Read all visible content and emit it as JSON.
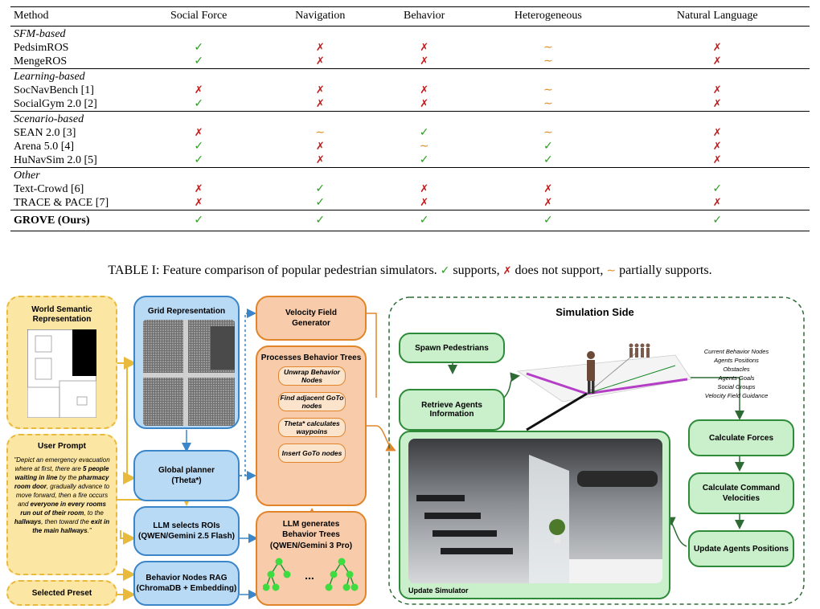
{
  "table": {
    "headers": [
      "Method",
      "Social Force",
      "Navigation",
      "Behavior",
      "Heterogeneous",
      "Natural Language"
    ],
    "groups": [
      {
        "name": "SFM-based",
        "rows": [
          {
            "method": "PedsimROS",
            "cells": [
              "yes",
              "no",
              "no",
              "partial",
              "no"
            ]
          },
          {
            "method": "MengeROS",
            "cells": [
              "yes",
              "no",
              "no",
              "partial",
              "no"
            ]
          }
        ]
      },
      {
        "name": "Learning-based",
        "rows": [
          {
            "method": "SocNavBench [1]",
            "cells": [
              "no",
              "no",
              "no",
              "partial",
              "no"
            ]
          },
          {
            "method": "SocialGym 2.0 [2]",
            "cells": [
              "yes",
              "no",
              "no",
              "partial",
              "no"
            ]
          }
        ]
      },
      {
        "name": "Scenario-based",
        "rows": [
          {
            "method": "SEAN 2.0 [3]",
            "cells": [
              "no",
              "partial",
              "yes",
              "partial",
              "no"
            ]
          },
          {
            "method": "Arena 5.0 [4]",
            "cells": [
              "yes",
              "no",
              "partial",
              "yes",
              "no"
            ]
          },
          {
            "method": "HuNavSim 2.0 [5]",
            "cells": [
              "yes",
              "no",
              "yes",
              "yes",
              "no"
            ]
          }
        ]
      },
      {
        "name": "Other",
        "rows": [
          {
            "method": "Text-Crowd [6]",
            "cells": [
              "no",
              "yes",
              "no",
              "no",
              "yes"
            ]
          },
          {
            "method": "TRACE & PACE [7]",
            "cells": [
              "no",
              "yes",
              "no",
              "no",
              "no"
            ]
          }
        ]
      }
    ],
    "final_row": {
      "method": "GROVE (Ours)",
      "cells": [
        "yes",
        "yes",
        "yes",
        "yes",
        "yes"
      ]
    },
    "symbols": {
      "yes": "✓",
      "no": "✗",
      "partial": "∼"
    },
    "colors": {
      "yes": "#2a9d1e",
      "no": "#c21a1a",
      "partial": "#e08a1c"
    }
  },
  "caption": {
    "prefix": "TABLE I: Feature comparison of popular pedestrian simulators.",
    "yes_text": "supports,",
    "no_text": "does not support,",
    "partial_text": "partially supports."
  },
  "diagram": {
    "world_title": "World Semantic Representation",
    "prompt_title": "User Prompt",
    "prompt_parts": [
      {
        "t": "\"Depict an emergency evacuation where at first, there are ",
        "b": false
      },
      {
        "t": "5 people waiting in line",
        "b": true
      },
      {
        "t": " by the ",
        "b": false
      },
      {
        "t": "pharmacy room door",
        "b": true
      },
      {
        "t": ", gradually advance to move forward, then a fire occurs and ",
        "b": false
      },
      {
        "t": "everyone in every rooms run out of their room",
        "b": true
      },
      {
        "t": ", to the ",
        "b": false
      },
      {
        "t": "hallways",
        "b": true
      },
      {
        "t": ", then toward the ",
        "b": false
      },
      {
        "t": "exit in the main hallways",
        "b": true
      },
      {
        "t": ".\"",
        "b": false
      }
    ],
    "preset": "Selected Preset",
    "grid": "Grid Representation",
    "global_planner": "Global planner",
    "global_planner_sub": "(Theta*)",
    "llm_rois": "LLM selects ROIs",
    "llm_rois_sub": "(QWEN/Gemini 2.5 Flash)",
    "rag": "Behavior Nodes RAG",
    "rag_sub": "(ChromaDB + Embedding)",
    "velocity_gen": "Velocity Field Generator",
    "process_title": "Processes Behavior Trees",
    "process_steps": [
      "Unwrap Behavior Nodes",
      "Find adjacent GoTo nodes",
      "Theta* calculates waypoins",
      "Insert GoTo nodes"
    ],
    "llm_gen": "LLM generates Behavior Trees",
    "llm_gen_sub": "(QWEN/Gemini 3 Pro)",
    "ellipsis": "...",
    "sim_title": "Simulation Side",
    "spawn": "Spawn Pedestrians",
    "retrieve": "Retrieve Agents Information",
    "info_list": [
      "Current Behavior Nodes",
      "Agents Positions",
      "Obstacles",
      "Agents Goals",
      "Social Groups",
      "Velocity Field Guidance"
    ],
    "calc_forces": "Calculate Forces",
    "calc_cmd": "Calculate Command Velocities",
    "update_pos": "Update Agents Positions",
    "update_sim": "Update Simulator"
  }
}
